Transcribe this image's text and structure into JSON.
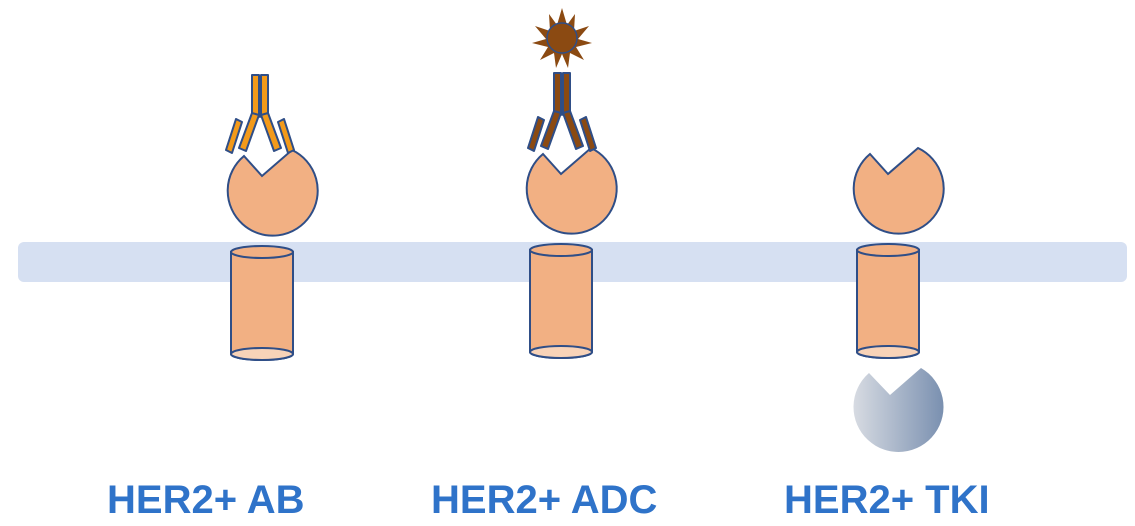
{
  "labels": {
    "ab": "HER2+ AB",
    "adc": "HER2+ ADC",
    "tki": "HER2+ TKI"
  },
  "colors": {
    "membrane": "#d6e0f2",
    "receptor_fill": "#f2b083",
    "receptor_bottom": "#f8d3b8",
    "outline": "#2f4e87",
    "antibody_ab": "#f39a1a",
    "antibody_adc": "#8b4a12",
    "payload": "#8b4a12",
    "inhibitor_light": "#d7dbe2",
    "inhibitor_dark": "#7a90b0",
    "label": "#2f73c9"
  },
  "icons": {
    "receptor": "her2-receptor-icon",
    "antibody": "y-antibody-icon",
    "payload": "sunburst-payload-icon",
    "inhibitor": "pacman-inhibitor-icon"
  }
}
